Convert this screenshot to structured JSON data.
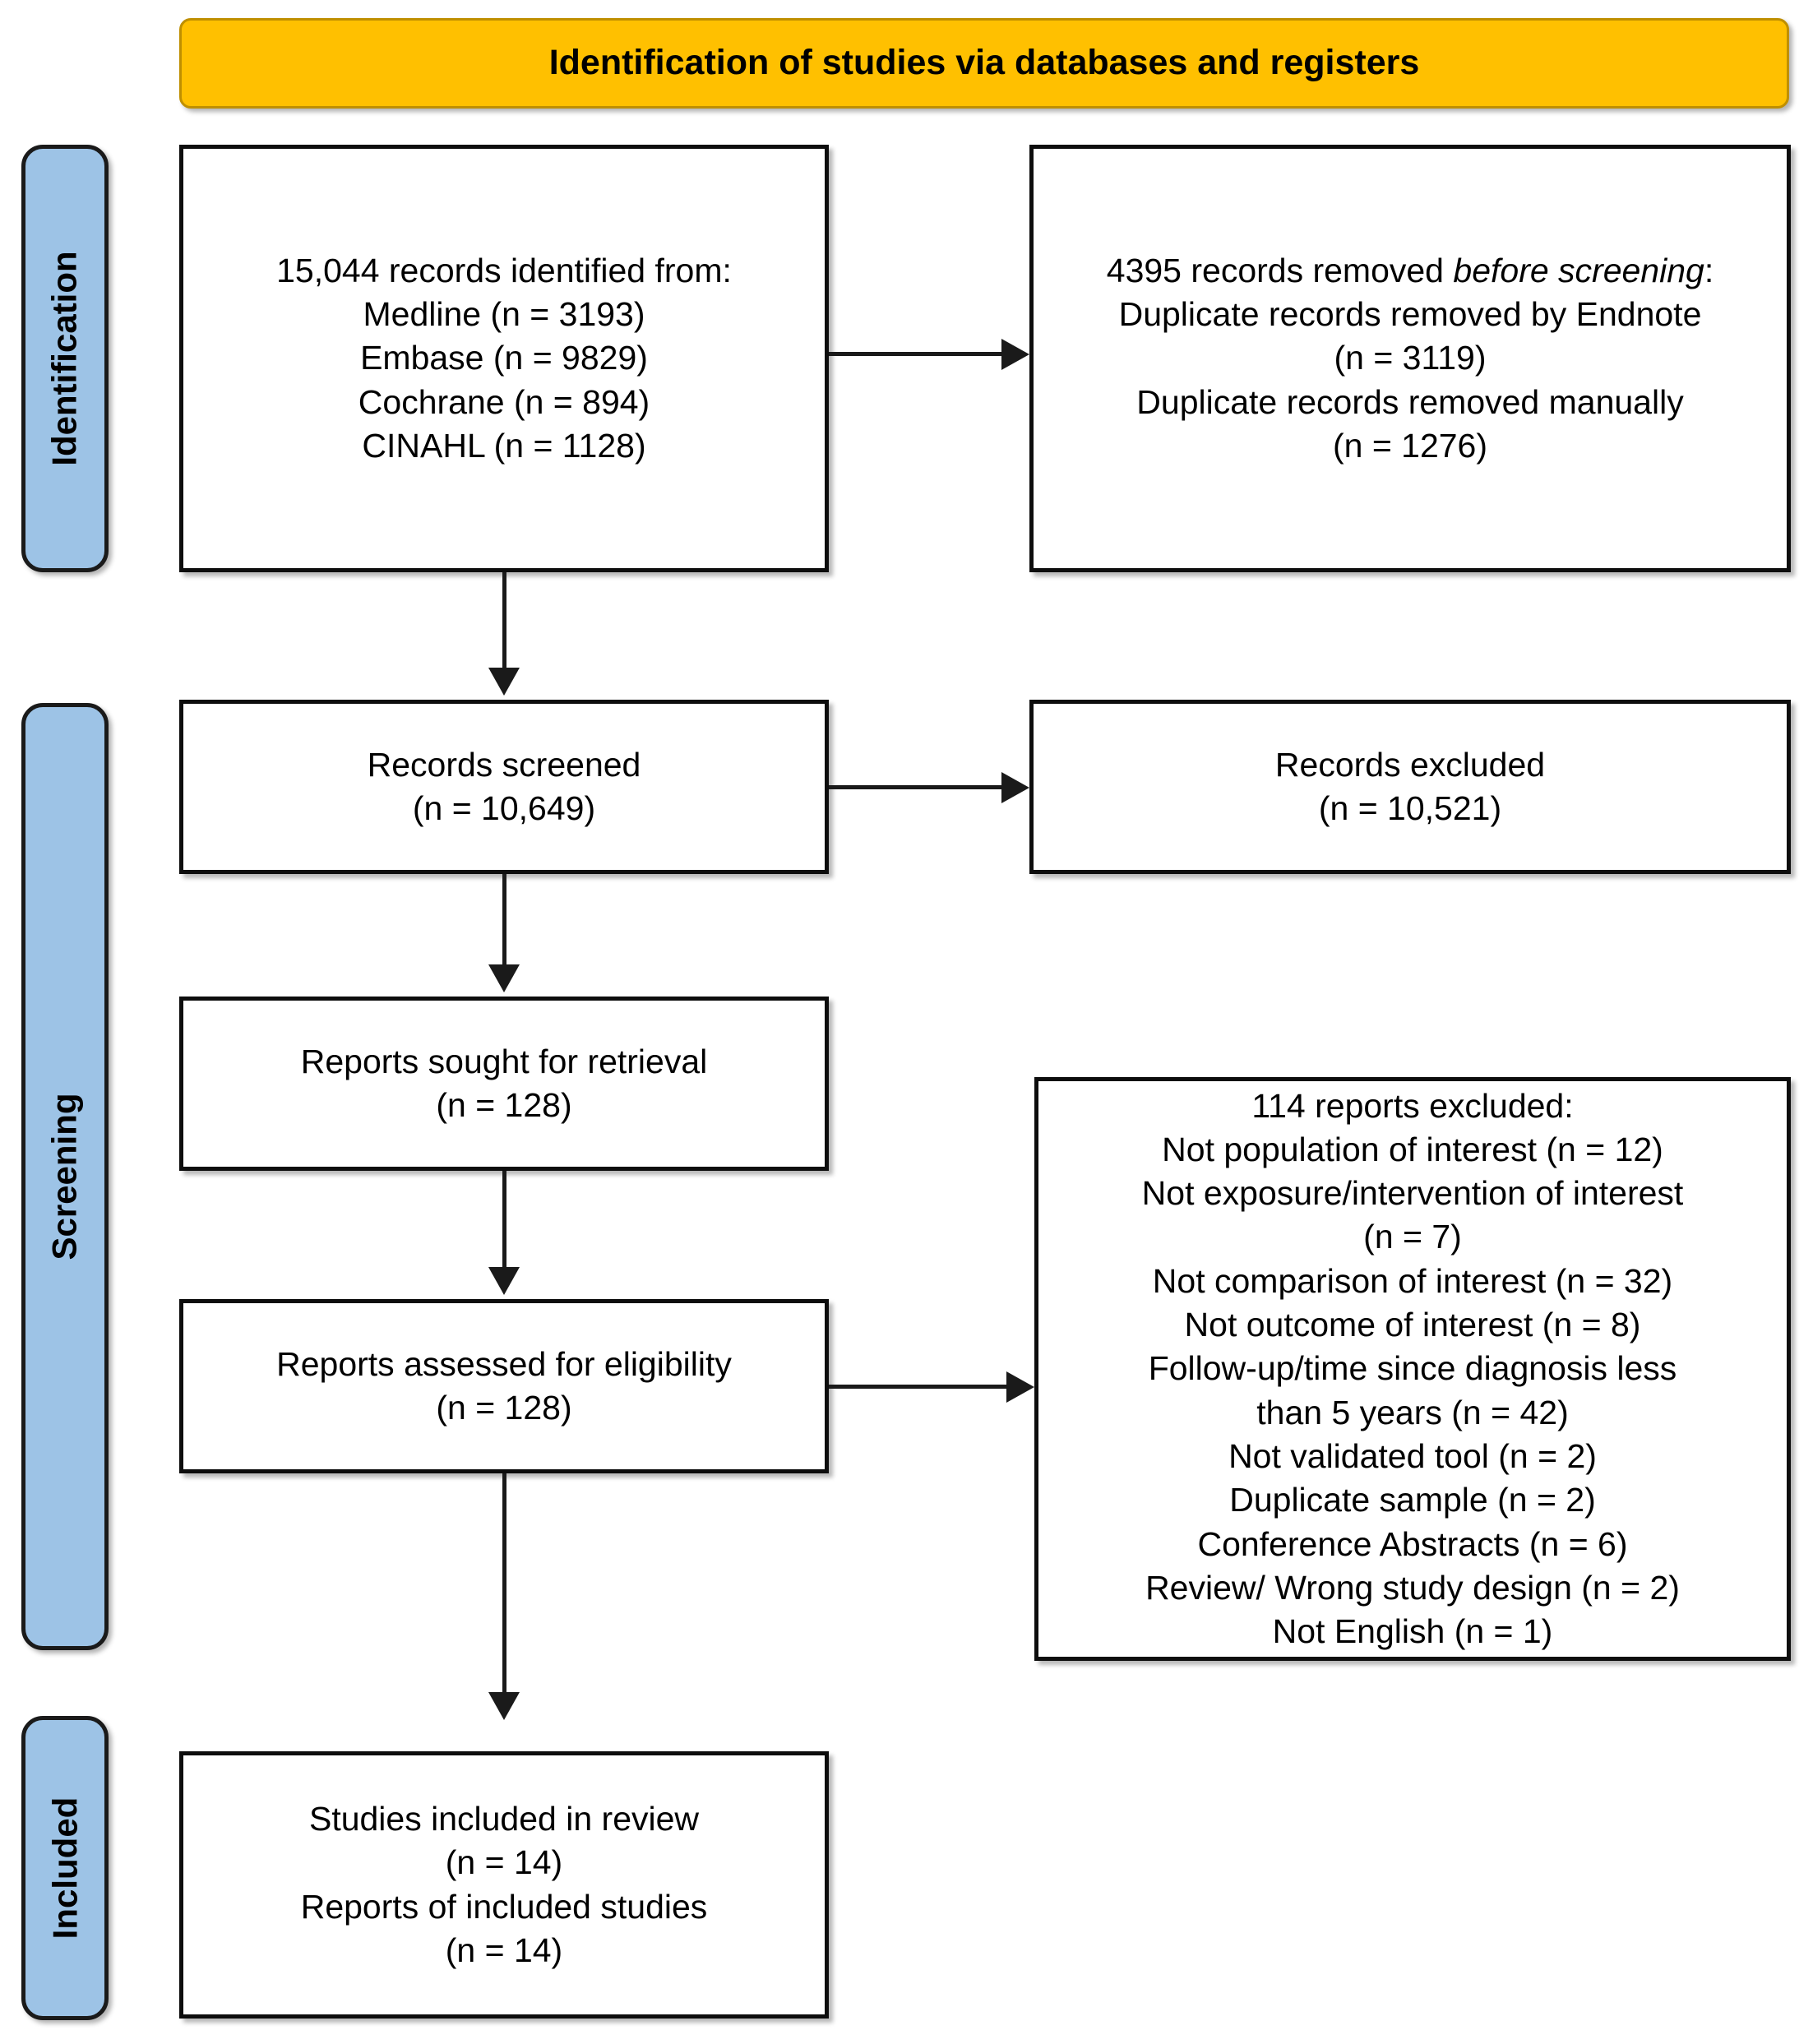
{
  "banner": {
    "title": "Identification of studies via databases and registers"
  },
  "stages": [
    {
      "id": "identification",
      "label": "Identification"
    },
    {
      "id": "screening",
      "label": "Screening"
    },
    {
      "id": "included",
      "label": "Included"
    }
  ],
  "boxes": {
    "identified": {
      "lines": [
        "15,044 records identified from:",
        "Medline (n = 3193)",
        "Embase (n = 9829)",
        "Cochrane (n = 894)",
        "CINAHL (n = 1128)"
      ]
    },
    "removed": {
      "lead_prefix": "4395 records removed ",
      "lead_italic": "before screening",
      "lead_suffix": ":",
      "lines": [
        "Duplicate records removed by Endnote",
        "(n = 3119)",
        "Duplicate records removed manually",
        "(n = 1276)"
      ]
    },
    "screened": {
      "lines": [
        "Records screened",
        "(n = 10,649)"
      ]
    },
    "excluded": {
      "lines": [
        "Records excluded",
        "(n = 10,521)"
      ]
    },
    "sought": {
      "lines": [
        "Reports sought for retrieval",
        "(n = 128)"
      ]
    },
    "assessed": {
      "lines": [
        "Reports assessed for eligibility",
        "(n = 128)"
      ]
    },
    "reports_excluded": {
      "heading": "114 reports excluded:",
      "lines": [
        "Not population of interest (n = 12)",
        "Not exposure/intervention of interest",
        "(n = 7)",
        "Not comparison of interest (n = 32)",
        "Not outcome of interest (n = 8)",
        "Follow-up/time since diagnosis less",
        "than 5 years (n = 42)",
        "Not validated tool (n = 2)",
        "Duplicate sample (n = 2)",
        "Conference Abstracts (n = 6)",
        "Review/ Wrong study design (n = 2)",
        "Not English (n = 1)"
      ]
    },
    "included": {
      "lines": [
        "Studies included in review",
        "(n = 14)",
        "Reports of included studies",
        "(n = 14)"
      ]
    }
  },
  "colors": {
    "banner_fill": "#FFC000",
    "banner_border": "#BF8F00",
    "stage_fill": "#9DC3E6",
    "box_border": "#0D0D0D",
    "text": "#000000"
  },
  "chart_data": {
    "type": "table",
    "title": "PRISMA 2020 flow diagram: Identification of studies via databases and registers",
    "records_identified_total": 15044,
    "sources": [
      {
        "name": "Medline",
        "n": 3193
      },
      {
        "name": "Embase",
        "n": 9829
      },
      {
        "name": "Cochrane",
        "n": 894
      },
      {
        "name": "CINAHL",
        "n": 1128
      }
    ],
    "removed_before_screening_total": 4395,
    "removed_before_screening": [
      {
        "reason": "Duplicate records removed by Endnote",
        "n": 3119
      },
      {
        "reason": "Duplicate records removed manually",
        "n": 1276
      }
    ],
    "records_screened": 10649,
    "records_excluded": 10521,
    "reports_sought_for_retrieval": 128,
    "reports_assessed_for_eligibility": 128,
    "reports_excluded_total": 114,
    "reports_excluded_reasons": [
      {
        "reason": "Not population of interest",
        "n": 12
      },
      {
        "reason": "Not exposure/intervention of interest",
        "n": 7
      },
      {
        "reason": "Not comparison of interest",
        "n": 32
      },
      {
        "reason": "Not outcome of interest",
        "n": 8
      },
      {
        "reason": "Follow-up/time since diagnosis less than 5 years",
        "n": 42
      },
      {
        "reason": "Not validated tool",
        "n": 2
      },
      {
        "reason": "Duplicate sample",
        "n": 2
      },
      {
        "reason": "Conference Abstracts",
        "n": 6
      },
      {
        "reason": "Review/ Wrong study design",
        "n": 2
      },
      {
        "reason": "Not English",
        "n": 1
      }
    ],
    "studies_included_in_review": 14,
    "reports_of_included_studies": 14
  }
}
